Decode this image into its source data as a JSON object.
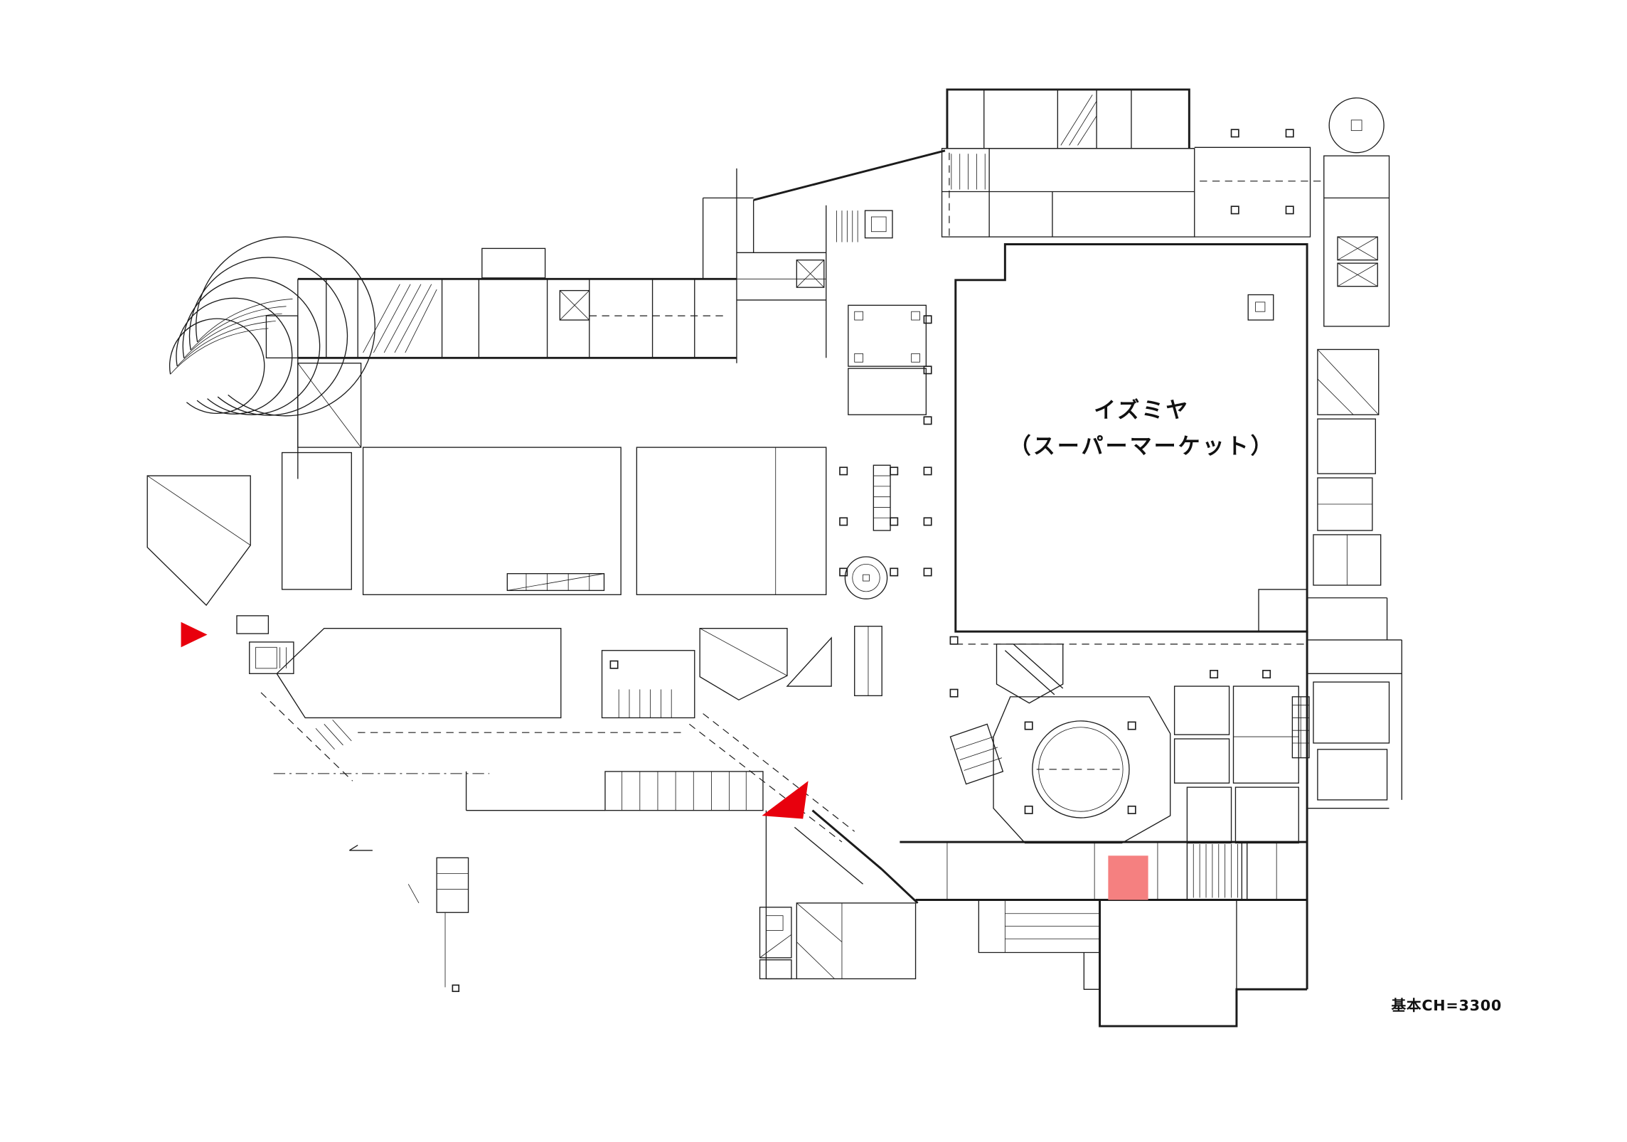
{
  "page": {
    "kind": "floor-plan-drawing",
    "background_color": "#ffffff",
    "line_color": "#1b1b1b"
  },
  "labels": {
    "anchor_store": {
      "line1": "イズミヤ",
      "line2": "（スーパーマーケット）"
    },
    "ceiling_note": "基本CH=3300"
  },
  "markers": {
    "arrow_color": "#e8000d",
    "highlight_fill": "#f58080",
    "highlight_stroke": "#d04040",
    "west_arrow_direction": "right",
    "center_arrow_direction": "up-right"
  }
}
